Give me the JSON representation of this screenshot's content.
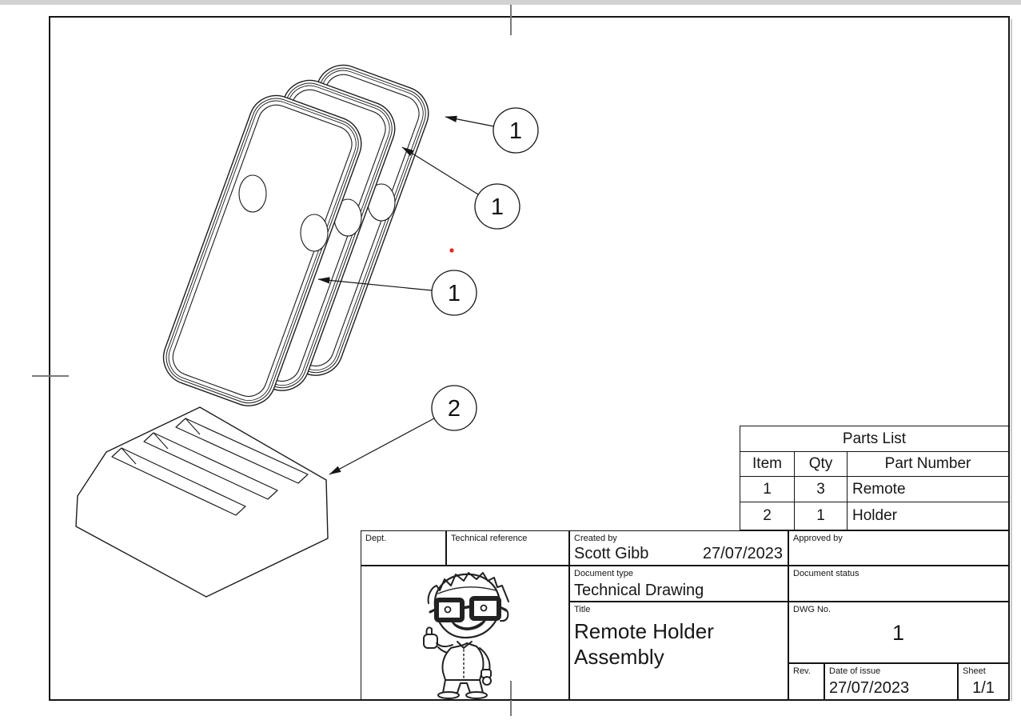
{
  "colors": {
    "line": "#161616",
    "marker_red": "#e8251d",
    "top_strip": "#d2d2d2",
    "page_shadow": "#c9c9c9"
  },
  "callouts": [
    {
      "label": "1"
    },
    {
      "label": "1"
    },
    {
      "label": "1"
    },
    {
      "label": "2"
    }
  ],
  "parts_list": {
    "title": "Parts List",
    "columns": [
      "Item",
      "Qty",
      "Part Number"
    ],
    "rows": [
      [
        "1",
        "3",
        "Remote"
      ],
      [
        "2",
        "1",
        "Holder"
      ]
    ]
  },
  "title_block": {
    "dept_label": "Dept.",
    "technical_reference_label": "Technical reference",
    "created_by_label": "Created by",
    "created_by_name": "Scott Gibb",
    "created_by_date": "27/07/2023",
    "approved_by_label": "Approved by",
    "document_type_label": "Document type",
    "document_type_value": "Technical Drawing",
    "document_status_label": "Document status",
    "title_label": "Title",
    "title_line1": "Remote Holder",
    "title_line2": "Assembly",
    "dwg_no_label": "DWG No.",
    "dwg_no_value": "1",
    "rev_label": "Rev.",
    "date_of_issue_label": "Date of issue",
    "date_of_issue_value": "27/07/2023",
    "sheet_label": "Sheet",
    "sheet_value": "1/1"
  }
}
